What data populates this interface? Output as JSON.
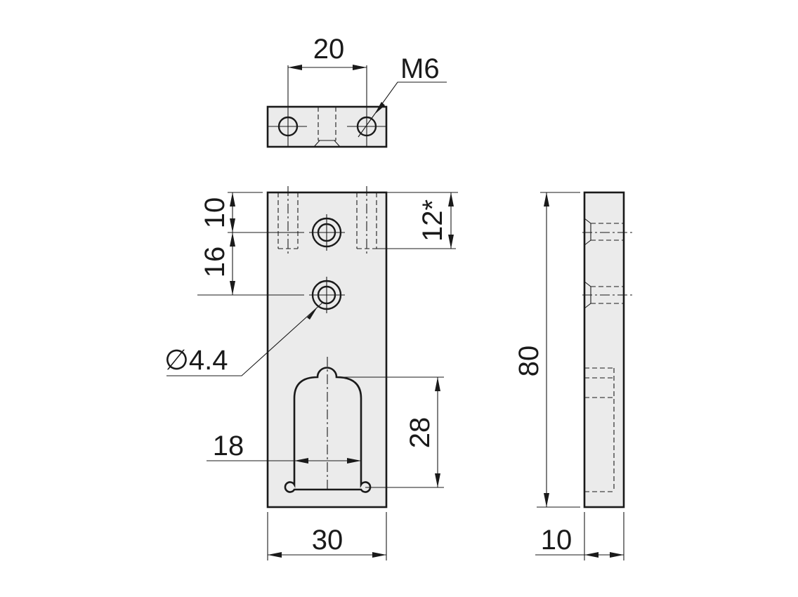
{
  "drawing": {
    "type": "technical-drawing",
    "subject": "mounting bracket plate",
    "colors": {
      "part_fill": "#ebebeb",
      "line": "#1a1a1a",
      "background": "#ffffff"
    },
    "views": {
      "top": {
        "dimensions": {
          "hole_spacing": "20",
          "thread_callout": "M6"
        }
      },
      "front": {
        "dimensions": {
          "top_to_first_hole": "10",
          "hole_pitch": "16",
          "thread_depth": "12*",
          "hole_diameter": "∅4.4",
          "slot_width": "18",
          "slot_height": "28",
          "overall_width": "30"
        }
      },
      "side": {
        "dimensions": {
          "overall_length": "80",
          "thickness": "10"
        }
      }
    }
  }
}
